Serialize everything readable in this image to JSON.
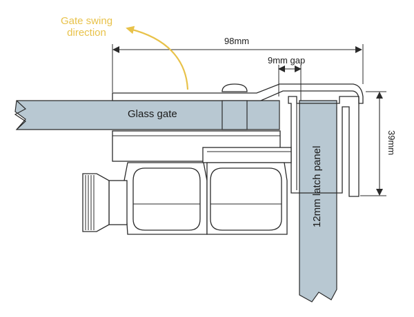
{
  "diagram": {
    "swing_label_line1": "Gate swing",
    "swing_label_line2": "direction",
    "width_dimension": "98mm",
    "gap_dimension": "9mm gap",
    "height_dimension": "39mm",
    "glass_label": "Glass gate",
    "panel_label": "12mm latch panel"
  },
  "colors": {
    "glass": "#b8c8d2",
    "outline": "#2a2a2a",
    "accent": "#e8c24a"
  },
  "icons": [
    "curved-arrow-icon",
    "dimension-arrow-icon",
    "break-mark-icon"
  ]
}
